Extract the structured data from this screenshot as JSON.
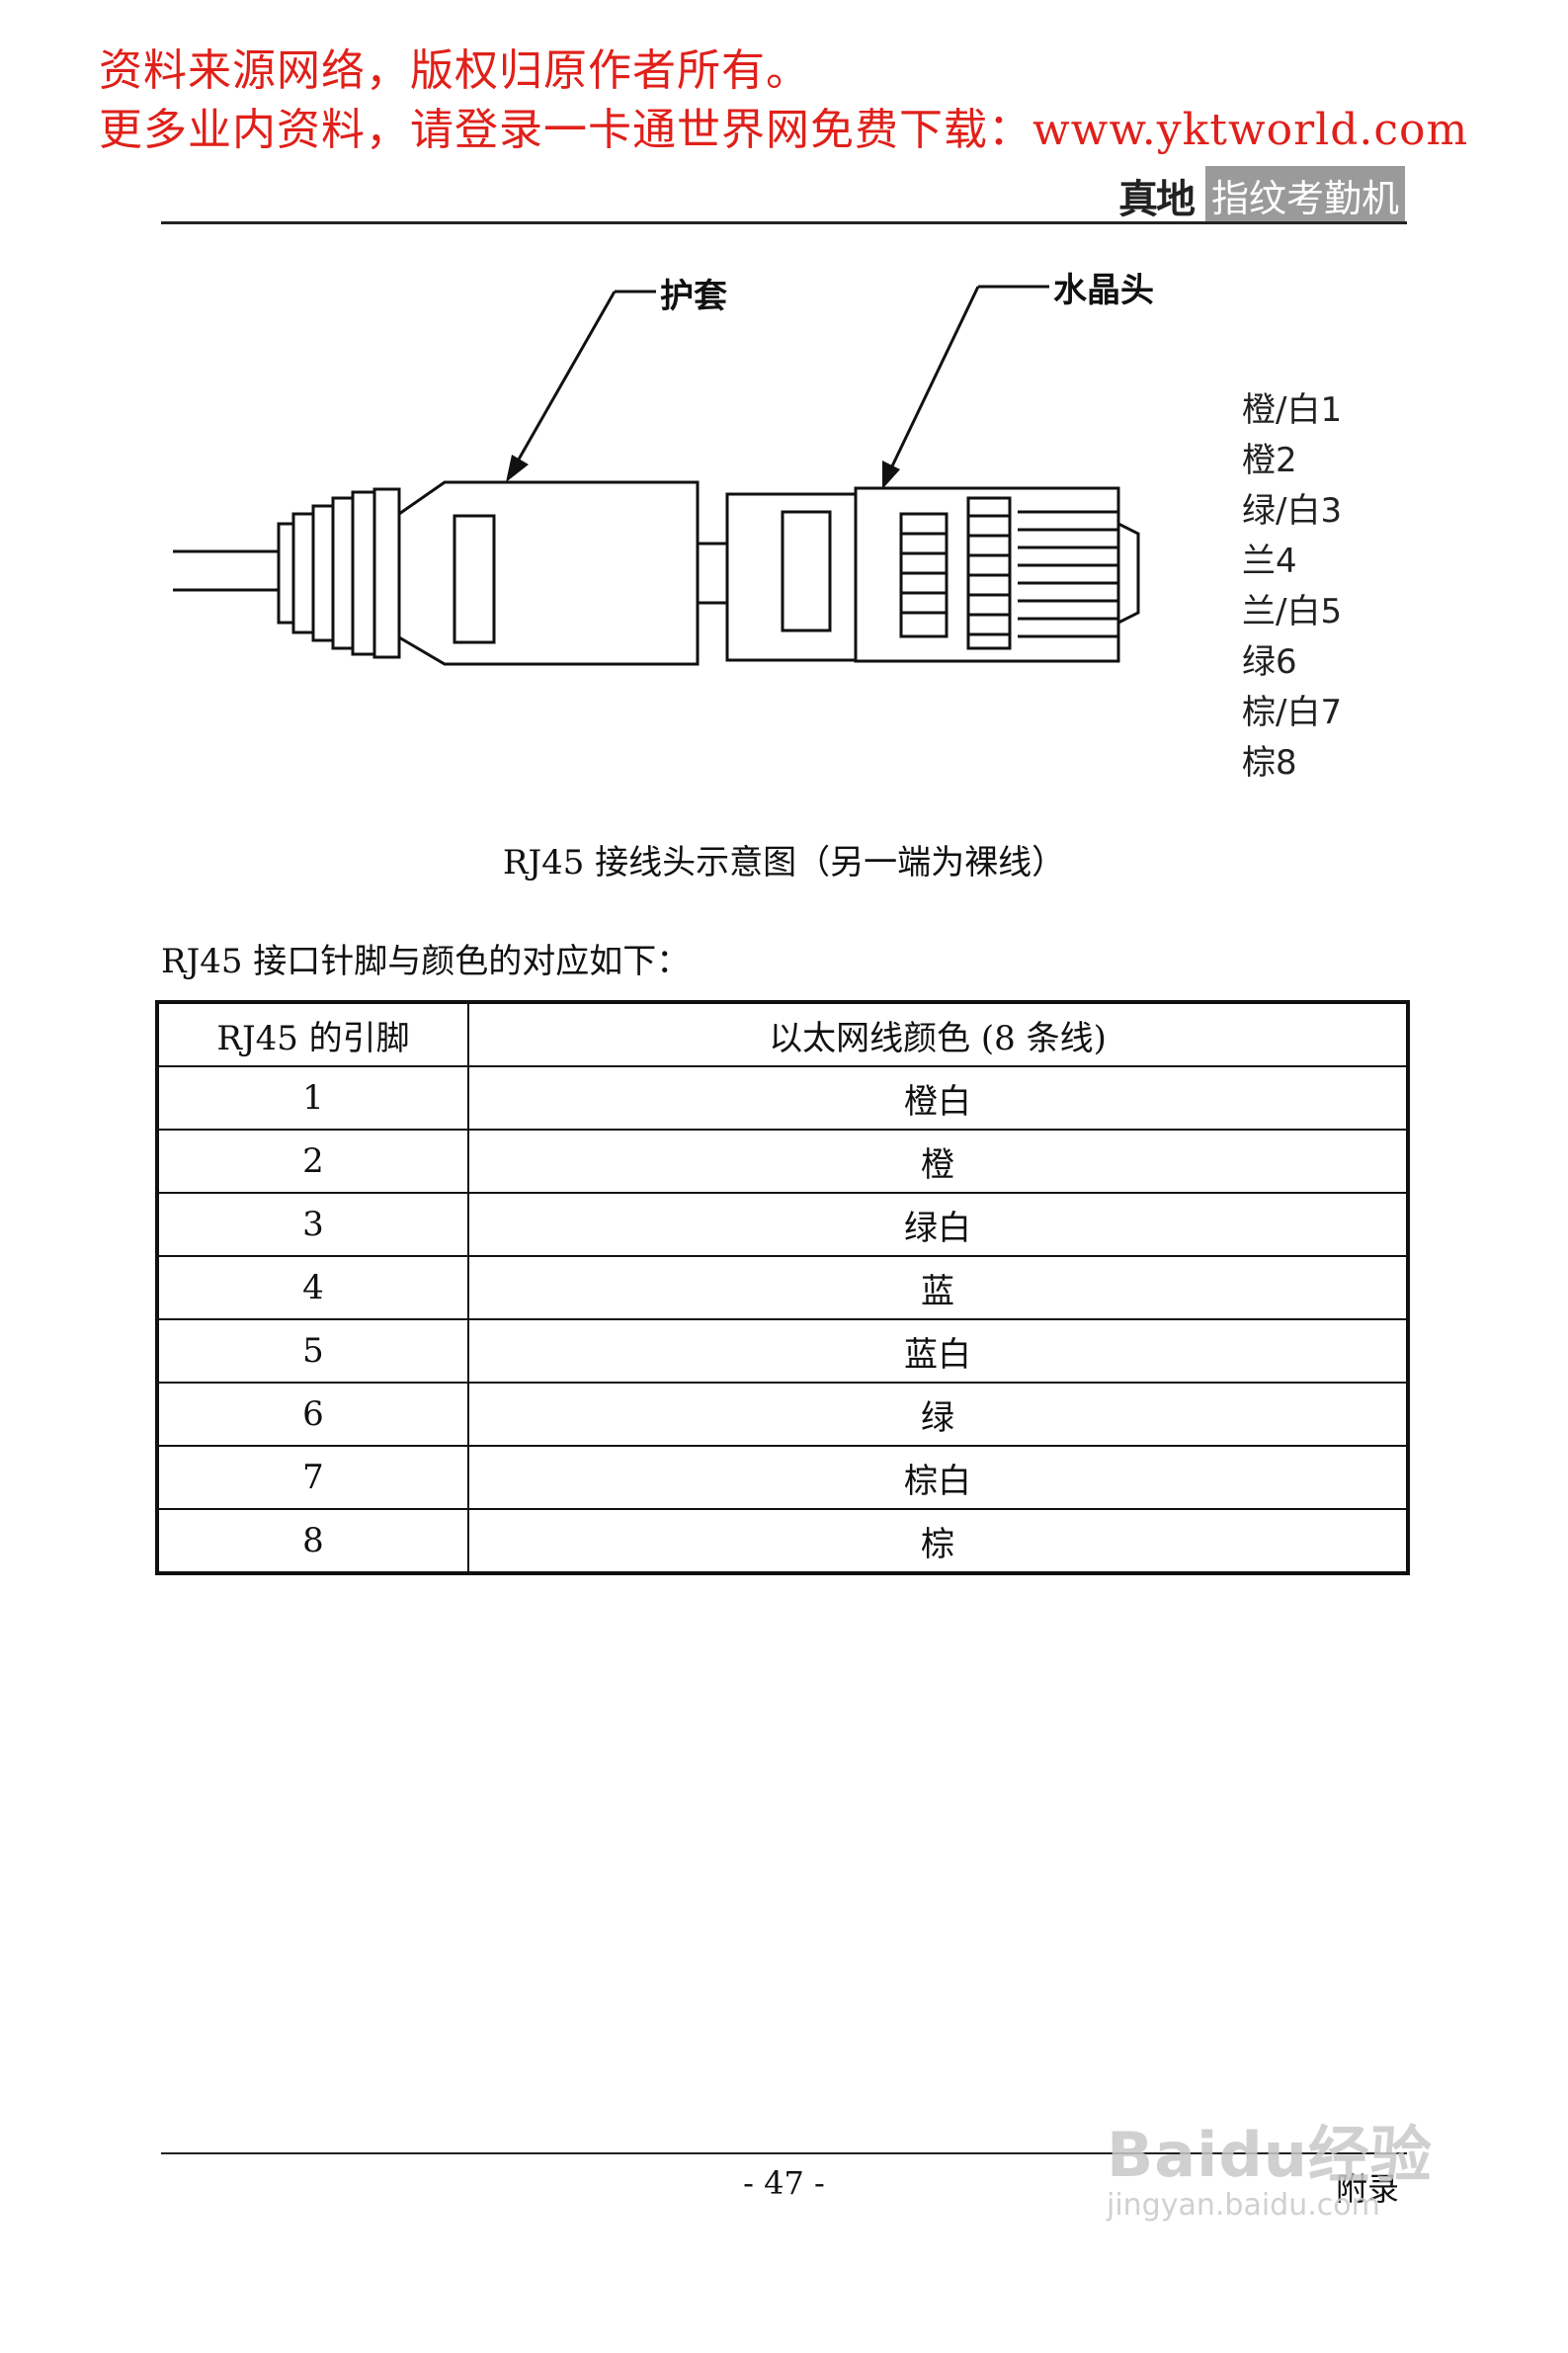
{
  "watermark": {
    "line1": "资料来源网络，版权归原作者所有。",
    "line2": "更多业内资料，请登录一卡通世界网免费下载：www.yktworld.com"
  },
  "header": {
    "brand_logo": "真地",
    "product": "指纹考勤机"
  },
  "diagram": {
    "callout_boot": "护套",
    "callout_plug": "水晶头",
    "wire_colors": [
      "橙/白1",
      "橙2",
      "绿/白3",
      "兰4",
      "兰/白5",
      "绿6",
      "棕/白7",
      "棕8"
    ]
  },
  "figure_caption": "RJ45 接线头示意图（另一端为裸线）",
  "intro": "RJ45 接口针脚与颜色的对应如下：",
  "table": {
    "headers": [
      "RJ45 的引脚",
      "以太网线颜色 (8 条线)"
    ],
    "rows": [
      [
        "1",
        "橙白"
      ],
      [
        "2",
        "橙"
      ],
      [
        "3",
        "绿白"
      ],
      [
        "4",
        "蓝"
      ],
      [
        "5",
        "蓝白"
      ],
      [
        "6",
        "绿"
      ],
      [
        "7",
        "棕白"
      ],
      [
        "8",
        "棕"
      ]
    ]
  },
  "footer": {
    "page_number": "- 47 -",
    "section": "附录"
  },
  "site_watermark": {
    "word": "Baidu经验",
    "url": "jingyan.baidu.com"
  }
}
